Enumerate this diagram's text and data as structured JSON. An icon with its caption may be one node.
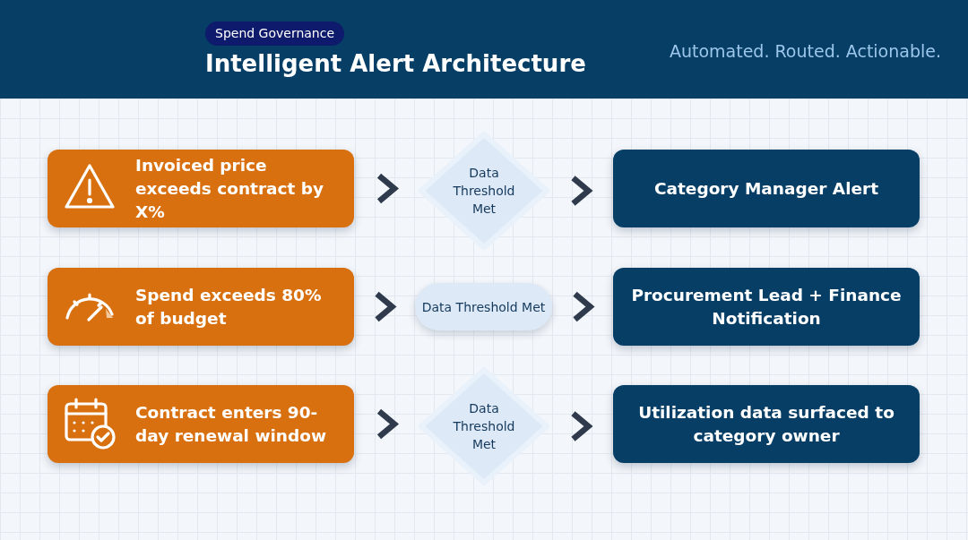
{
  "diagram": {
    "title": "Intelligent Alert Architecture",
    "nodes": [
      {
        "text": [
          "Invoiced price exceeds contract by X%"
        ]
      },
      {
        "text": [
          "Data Threshold Met"
        ]
      },
      {
        "text": [
          "Category Manager Alert"
        ]
      },
      {
        "text": [
          "Spend exceeds 80% of budget"
        ]
      },
      {
        "text": [
          "Data Threshold Met"
        ]
      },
      {
        "text": [
          "Procurement Lead + Finance Notification"
        ]
      },
      {
        "text": [
          "Contract enters 90-day renewal window"
        ]
      },
      {
        "text": [
          "Data Threshold Met"
        ]
      },
      {
        "text": [
          "Utilization data surfaced to category owner"
        ]
      }
    ],
    "edges": [
      {
        "from": 0,
        "to": 1,
        "arrow": "to"
      },
      {
        "from": 1,
        "to": 2,
        "arrow": "to"
      },
      {
        "from": 3,
        "to": 4,
        "arrow": "to"
      },
      {
        "from": 4,
        "to": 5,
        "arrow": "to"
      },
      {
        "from": 6,
        "to": 7,
        "arrow": "to"
      },
      {
        "from": 7,
        "to": 8,
        "arrow": "to"
      }
    ],
    "labels": [
      "Spend Governance",
      "Automated. Routed. Actionable."
    ]
  }
}
